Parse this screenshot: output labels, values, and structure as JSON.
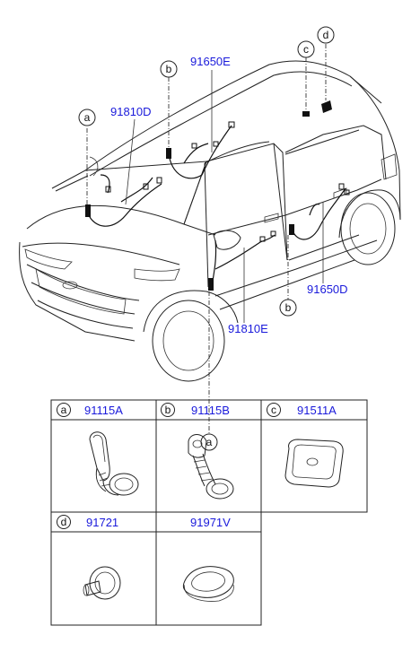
{
  "callouts": {
    "a": "a",
    "b": "b",
    "c": "c",
    "d": "d"
  },
  "part_labels": {
    "front_door_left_top": "91810D",
    "roof": "91650E",
    "rear_door": "91650D",
    "front_door_bottom": "91810E"
  },
  "table": {
    "row1": [
      {
        "letter": "a",
        "part": "91115A"
      },
      {
        "letter": "b",
        "part": "91115B"
      },
      {
        "letter": "c",
        "part": "91511A"
      }
    ],
    "row2": [
      {
        "letter": "d",
        "part": "91721"
      },
      {
        "letter": "",
        "part": "91971V"
      }
    ]
  }
}
